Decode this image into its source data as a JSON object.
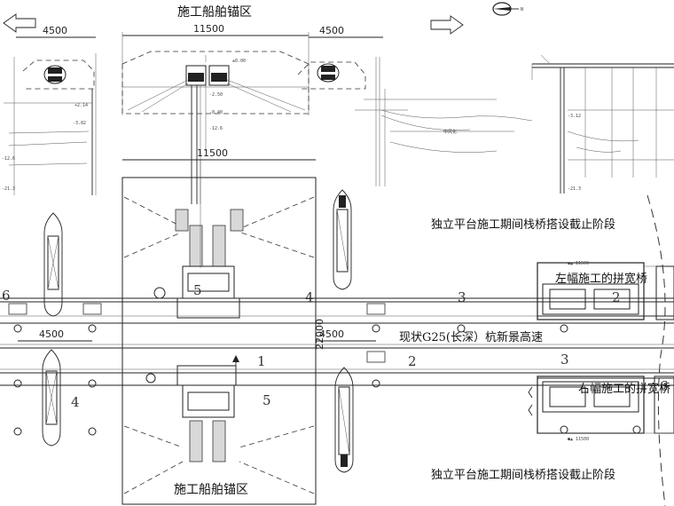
{
  "labels": {
    "anchor_top": "施工船舶锚区",
    "anchor_bottom": "施工船舶锚区",
    "road": "现状G25(长深）杭新景高速",
    "stage_top": "独立平台施工期间栈桥搭设截止阶段",
    "stage_bottom": "独立平台施工期间栈桥搭设截止阶段",
    "left_widen": "左幅施工的拼宽桥",
    "right_widen": "右幅施工的拼宽桥"
  },
  "dimensions": {
    "d4500_tl": "4500",
    "d11500_top": "11500",
    "d4500_tr": "4500",
    "d11500_mid": "11500",
    "d4500_ml": "4500",
    "d4500_mr": "4500",
    "d22000": "22000"
  },
  "markers": {
    "n6": "6",
    "n5_top": "5",
    "n4_top": "4",
    "n3_top": "3",
    "n2_top": "2",
    "n1": "1",
    "n2_mid": "2",
    "n3_mid": "3",
    "n4_bottom": "4",
    "n5_bottom": "5",
    "n6_bottom": "6"
  },
  "compass": {
    "north": "N"
  },
  "colors": {
    "line": "#222222",
    "hatch": "#d8d8d8",
    "background": "#ffffff"
  },
  "icons": [
    "arrow-left-icon",
    "arrow-right-icon",
    "compass-icon"
  ]
}
